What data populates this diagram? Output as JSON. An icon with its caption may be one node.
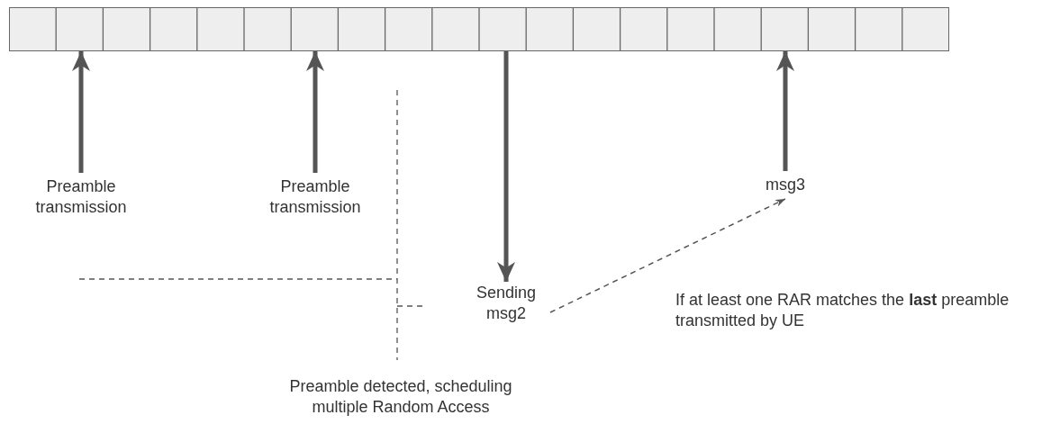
{
  "diagram": {
    "nodes": [
      {
        "text": [],
        "shape": "bar"
      },
      {
        "text": [
          "Preamble transmission"
        ]
      },
      {
        "text": [
          "Preamble transmission"
        ]
      },
      {
        "text": [
          "Sending msg2"
        ]
      },
      {
        "text": [
          "msg3"
        ]
      },
      {
        "text": [
          "If at least one RAR matches the **last** preamble transmitted by UE"
        ]
      },
      {
        "text": [
          "Preamble detected, scheduling multiple Random Access"
        ]
      }
    ],
    "edges": [
      {
        "from": 1,
        "to": 0,
        "arrow": "to"
      },
      {
        "from": 2,
        "to": 0,
        "arrow": "to"
      },
      {
        "from": 0,
        "to": 3,
        "arrow": "to"
      },
      {
        "from": 4,
        "to": 0,
        "arrow": "to"
      },
      {
        "from": 3,
        "to": 4,
        "arrow": "to",
        "style": "dashed"
      }
    ]
  }
}
